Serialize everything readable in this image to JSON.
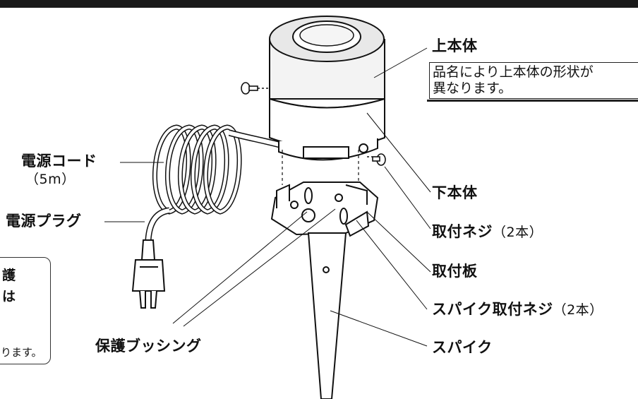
{
  "labels": {
    "upper_body": "上本体",
    "upper_note": [
      "品名により上本体の形状が",
      "異なります。"
    ],
    "power_cord": "電源コード",
    "power_cord_len": "（5m）",
    "power_plug": "電源プラグ",
    "lower_body": "下本体",
    "mount_screw": "取付ネジ",
    "mount_screw_qty": "（2本）",
    "mount_plate": "取付板",
    "spike_screw": "スパイク取付ネジ",
    "spike_screw_qty": "（2本）",
    "protect_bushing": "保護ブッシング",
    "spike": "スパイク"
  },
  "left_note": {
    "line1": "護",
    "line2": "は",
    "tail": "ります。"
  }
}
